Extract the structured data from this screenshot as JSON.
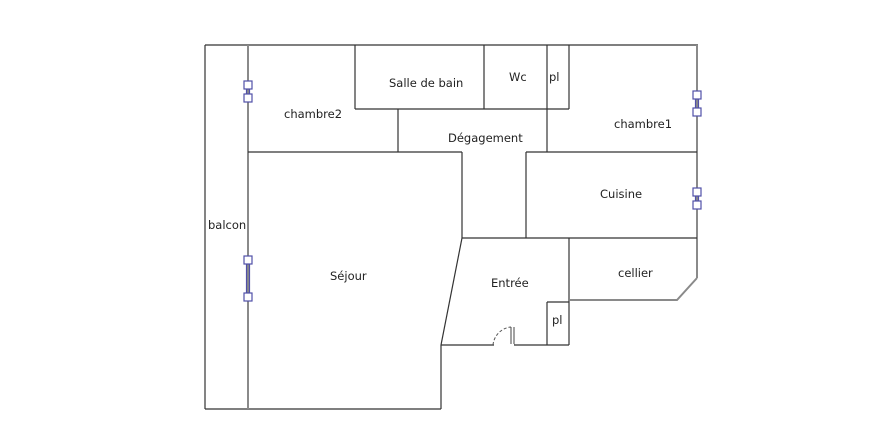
{
  "plan": {
    "rooms": [
      {
        "id": "balcon",
        "label": "balcon"
      },
      {
        "id": "chambre2",
        "label": "chambre2"
      },
      {
        "id": "salle-de-bain",
        "label": "Salle de bain"
      },
      {
        "id": "wc",
        "label": "Wc"
      },
      {
        "id": "placard-top",
        "label": "pl"
      },
      {
        "id": "chambre1",
        "label": "chambre1"
      },
      {
        "id": "degagement",
        "label": "Dégagement"
      },
      {
        "id": "cuisine",
        "label": "Cuisine"
      },
      {
        "id": "sejour",
        "label": "Séjour"
      },
      {
        "id": "entree",
        "label": "Entrée"
      },
      {
        "id": "cellier",
        "label": "cellier"
      },
      {
        "id": "placard-bottom",
        "label": "pl"
      }
    ],
    "colors": {
      "wall": "#333333",
      "exterior_wall": "#8a8a8a",
      "window": "#5050a8",
      "background": "#ffffff"
    }
  }
}
